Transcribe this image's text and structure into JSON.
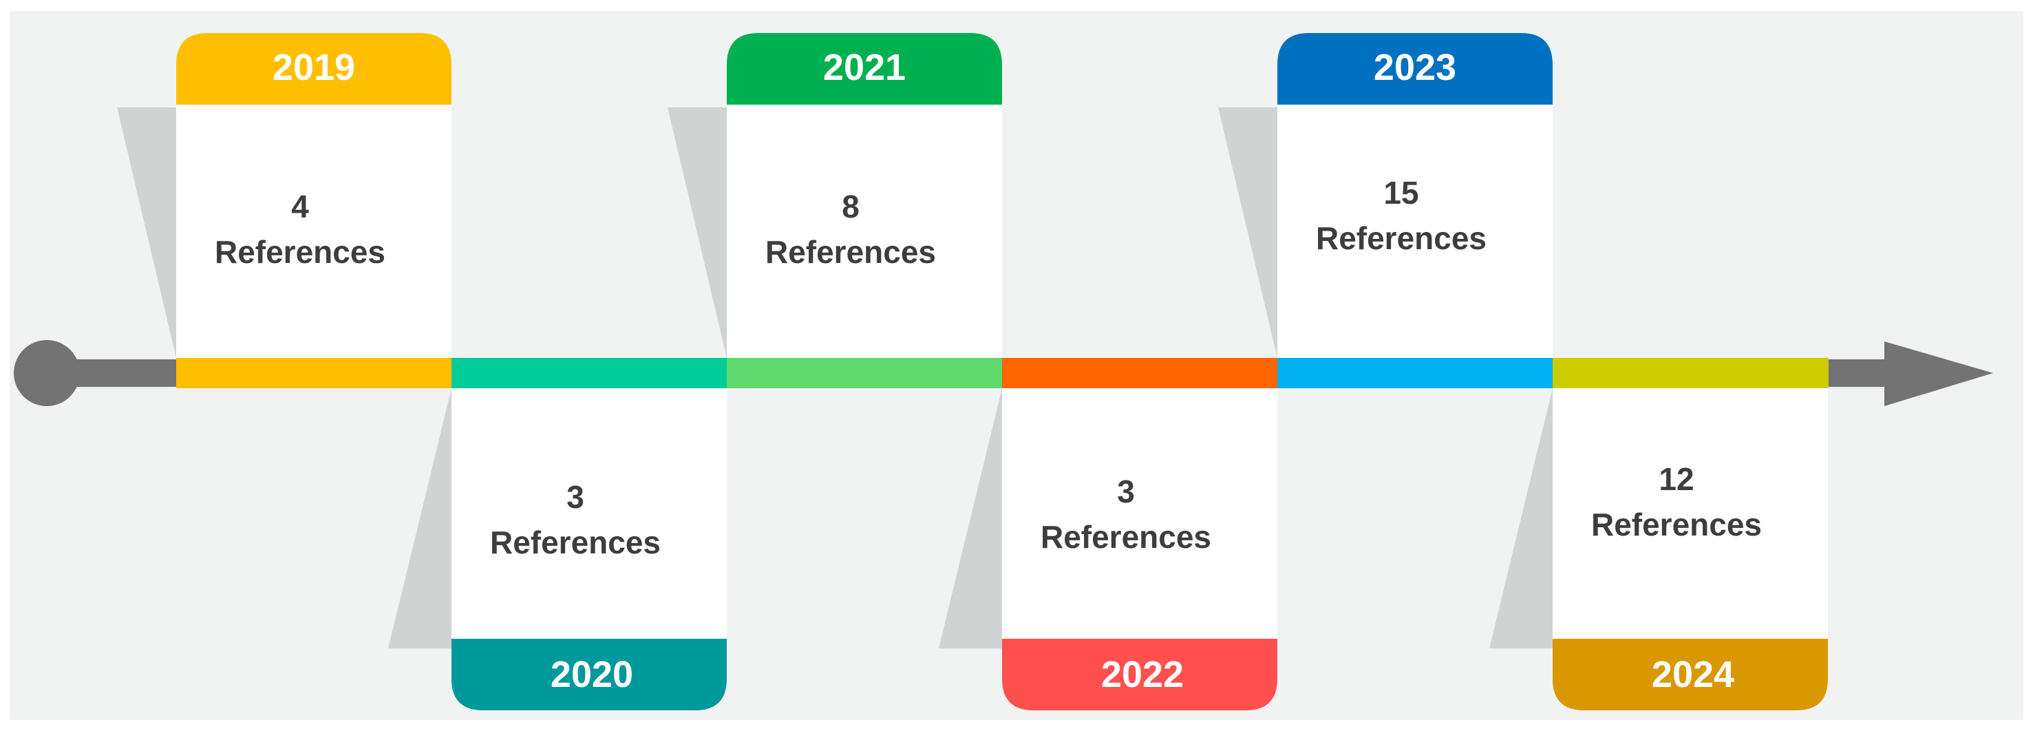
{
  "timeline": {
    "colors": {
      "panel_background": "#f0f3f2",
      "card_background": "#ffffff",
      "flag_shadow": "#cfd4d2",
      "axis_line": "#737373",
      "count_text": "#3d3d3d",
      "year_text": "#ffffff"
    },
    "entries": [
      {
        "year": "2019",
        "count": "4",
        "unit": "References",
        "position": "above",
        "tab_color": "#ffbf00",
        "segment_color": "#ffbf00"
      },
      {
        "year": "2020",
        "count": "3",
        "unit": "References",
        "position": "below",
        "tab_color": "#00999b",
        "segment_color": "#00cc99"
      },
      {
        "year": "2021",
        "count": "8",
        "unit": "References",
        "position": "above",
        "tab_color": "#00b050",
        "segment_color": "#5fd96e"
      },
      {
        "year": "2022",
        "count": "3",
        "unit": "References",
        "position": "below",
        "tab_color": "#ff5050",
        "segment_color": "#ff6600"
      },
      {
        "year": "2023",
        "count": "15",
        "unit": "References",
        "position": "above",
        "tab_color": "#0070c0",
        "segment_color": "#00b0f0"
      },
      {
        "year": "2024",
        "count": "12",
        "unit": "References",
        "position": "below",
        "tab_color": "#d99800",
        "segment_color": "#cccc00"
      }
    ]
  }
}
